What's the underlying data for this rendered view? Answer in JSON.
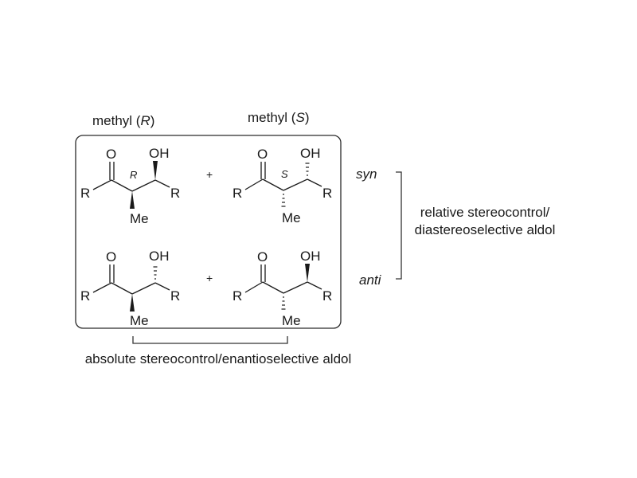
{
  "figure": {
    "headers": {
      "left": {
        "prefix": "methyl (",
        "config": "R",
        "suffix": ")"
      },
      "right": {
        "prefix": "methyl (",
        "config": "S",
        "suffix": ")"
      }
    },
    "molecules": [
      {
        "id": "syn-R",
        "row": "syn",
        "methyl_config": "R",
        "stereo_label": "R",
        "me_bond": "wedge",
        "oh_bond": "wedge",
        "labels": {
          "carbonyl_o": "O",
          "hydroxyl": "OH",
          "r_left": "R",
          "r_right": "R",
          "methyl": "Me"
        }
      },
      {
        "id": "syn-S",
        "row": "syn",
        "methyl_config": "S",
        "stereo_label": "S",
        "me_bond": "hash",
        "oh_bond": "hash",
        "labels": {
          "carbonyl_o": "O",
          "hydroxyl": "OH",
          "r_left": "R",
          "r_right": "R",
          "methyl": "Me"
        }
      },
      {
        "id": "anti-R",
        "row": "anti",
        "methyl_config": "R",
        "stereo_label": "",
        "me_bond": "wedge",
        "oh_bond": "hash",
        "labels": {
          "carbonyl_o": "O",
          "hydroxyl": "OH",
          "r_left": "R",
          "r_right": "R",
          "methyl": "Me"
        }
      },
      {
        "id": "anti-S",
        "row": "anti",
        "methyl_config": "S",
        "stereo_label": "",
        "me_bond": "hash",
        "oh_bond": "wedge",
        "labels": {
          "carbonyl_o": "O",
          "hydroxyl": "OH",
          "r_left": "R",
          "r_right": "R",
          "methyl": "Me"
        }
      }
    ],
    "plus_sign": "+",
    "row_labels": {
      "syn": "syn",
      "anti": "anti"
    },
    "relative_label": {
      "line1": "relative stereocontrol/",
      "line2": "diastereoselective aldol"
    },
    "absolute_label": "absolute stereocontrol/enantioselective aldol"
  }
}
